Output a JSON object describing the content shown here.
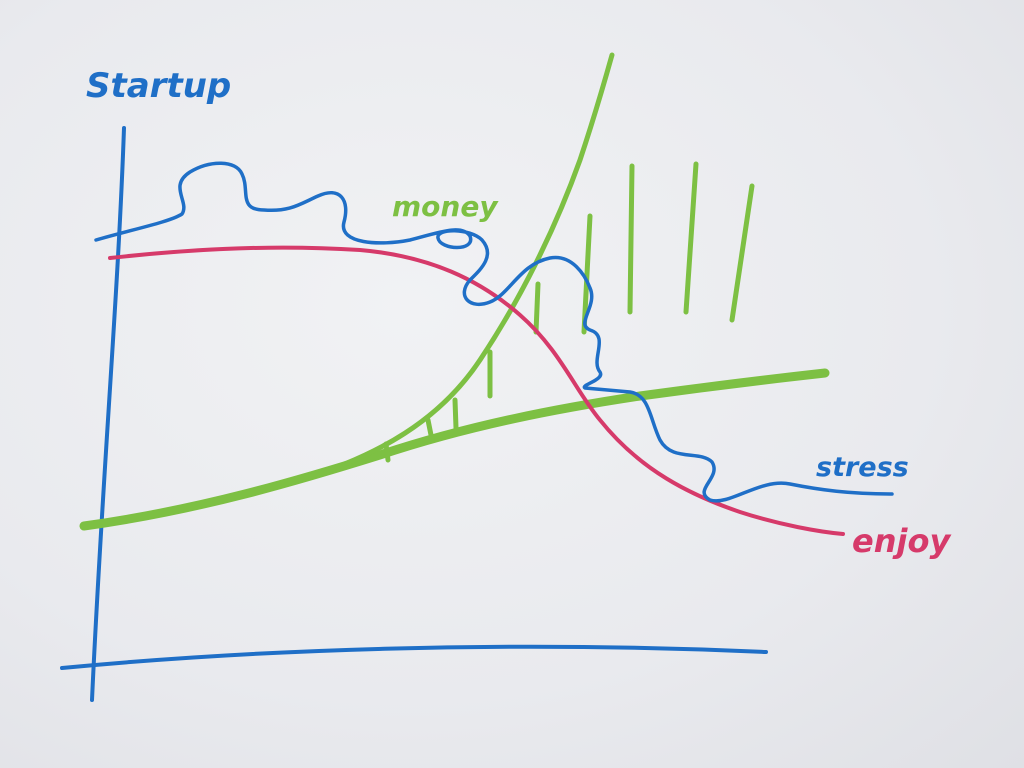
{
  "chart_data": {
    "type": "line",
    "title": "Startup",
    "xlabel": "",
    "ylabel": "",
    "grid": false,
    "series": [
      {
        "name": "money",
        "color": "#7dc043",
        "style": "exponential",
        "x": [
          0,
          10,
          20,
          30,
          40,
          50,
          60,
          70,
          75,
          80
        ],
        "y": [
          0,
          1,
          3,
          7,
          14,
          27,
          49,
          86,
          112,
          150
        ]
      },
      {
        "name": "",
        "color": "#7dc043",
        "style": "linear",
        "x": [
          0,
          10,
          20,
          30,
          40,
          50,
          60,
          70,
          80,
          90,
          100
        ],
        "y": [
          0,
          2,
          4,
          7,
          11,
          17,
          24,
          30,
          34,
          38,
          41
        ]
      },
      {
        "name": "stress",
        "color": "#1f6fc7",
        "style": "wavy",
        "x": [
          0,
          10,
          20,
          30,
          40,
          50,
          60,
          70,
          80,
          90,
          100
        ],
        "y": [
          90,
          98,
          97,
          92,
          88,
          76,
          72,
          50,
          30,
          8,
          10
        ]
      },
      {
        "name": "enjoy",
        "color": "#d63a6a",
        "style": "sigmoid-decay",
        "x": [
          0,
          10,
          20,
          30,
          40,
          50,
          60,
          70,
          80,
          90,
          100
        ],
        "y": [
          88,
          89,
          89,
          88,
          85,
          76,
          58,
          32,
          14,
          6,
          2
        ]
      }
    ]
  },
  "labels": {
    "title": "Startup",
    "money": "money",
    "stress": "stress",
    "enjoy": "enjoy"
  },
  "colors": {
    "axis": "#1f6fc7",
    "money": "#7dc043",
    "stress": "#1f6fc7",
    "enjoy": "#d63a6a"
  }
}
